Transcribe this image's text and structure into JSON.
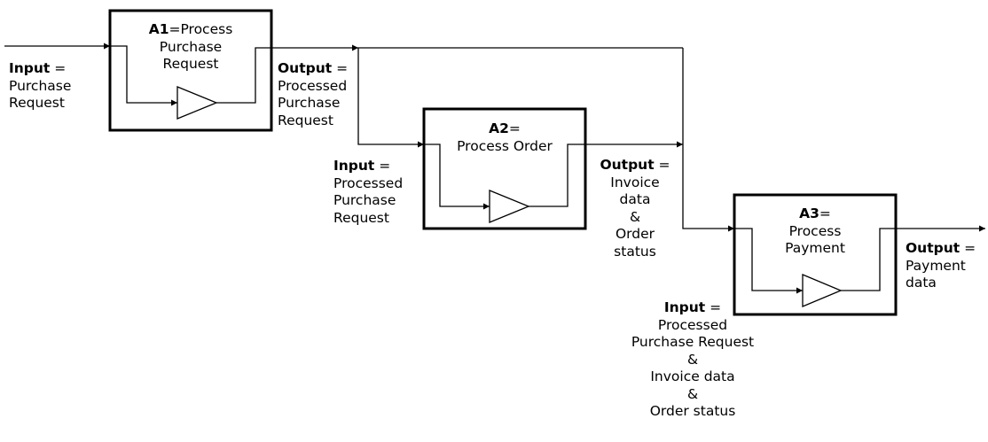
{
  "boxes": [
    {
      "id": "A1",
      "code": "A1",
      "title_lines": [
        "=Process",
        "Purchase",
        "Request"
      ]
    },
    {
      "id": "A2",
      "code": "A2",
      "title_lines": [
        "=",
        "Process Order"
      ]
    },
    {
      "id": "A3",
      "code": "A3",
      "title_lines": [
        "=",
        "Process",
        "Payment"
      ]
    }
  ],
  "labels": {
    "input_a1": {
      "keyword": "Input",
      "eq": " =",
      "lines": [
        "Purchase",
        "Request"
      ]
    },
    "output_a1": {
      "keyword": "Output",
      "eq": " =",
      "lines": [
        "Processed",
        "Purchase",
        "Request"
      ]
    },
    "input_a2": {
      "keyword": "Input",
      "eq": " =",
      "lines": [
        "Processed",
        "Purchase",
        "Request"
      ]
    },
    "output_a2": {
      "keyword": "Output",
      "eq": " =",
      "lines": [
        "Invoice",
        "data",
        "&",
        "Order",
        "status"
      ]
    },
    "output_a3": {
      "keyword": "Output",
      "eq": " =",
      "lines": [
        "Payment",
        "data"
      ]
    },
    "input_a3": {
      "keyword": "Input",
      "eq": " =",
      "lines": [
        "Processed",
        "Purchase Request",
        "&",
        "Invoice data",
        "&",
        "Order status"
      ]
    }
  }
}
